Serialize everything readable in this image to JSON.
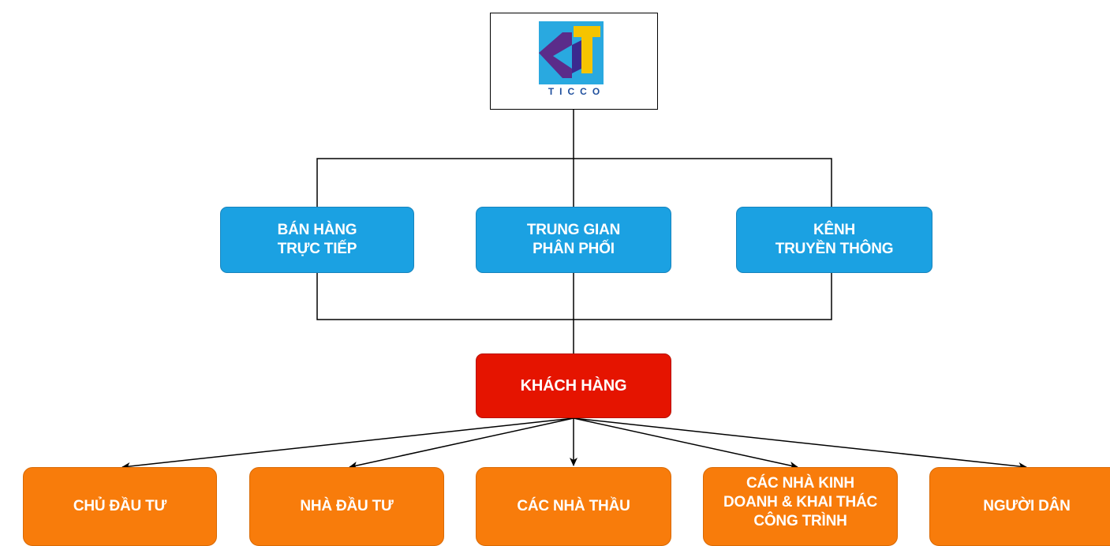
{
  "logo": {
    "text": "TICCO"
  },
  "channels": [
    {
      "label": "BÁN HÀNG\nTRỰC TIẾP"
    },
    {
      "label": "TRUNG GIAN\nPHÂN PHỐI"
    },
    {
      "label": "KÊNH\nTRUYỀN THÔNG"
    }
  ],
  "customer": {
    "label": "KHÁCH HÀNG"
  },
  "segments": [
    {
      "label": "CHỦ ĐẦU TƯ"
    },
    {
      "label": "NHÀ ĐẦU TƯ"
    },
    {
      "label": "CÁC NHÀ THẦU"
    },
    {
      "label": "CÁC NHÀ KINH\nDOANH & KHAI THÁC\nCÔNG TRÌNH"
    },
    {
      "label": "NGƯỜI DÂN"
    }
  ],
  "colors": {
    "channel": "#1ba1e2",
    "customer": "#e51400",
    "segment": "#f87c0b",
    "logo_blue": "#1f4f9d",
    "logo_yellow": "#f5c400",
    "logo_cyan": "#29a9e0",
    "logo_purple": "#5b2c8a"
  }
}
